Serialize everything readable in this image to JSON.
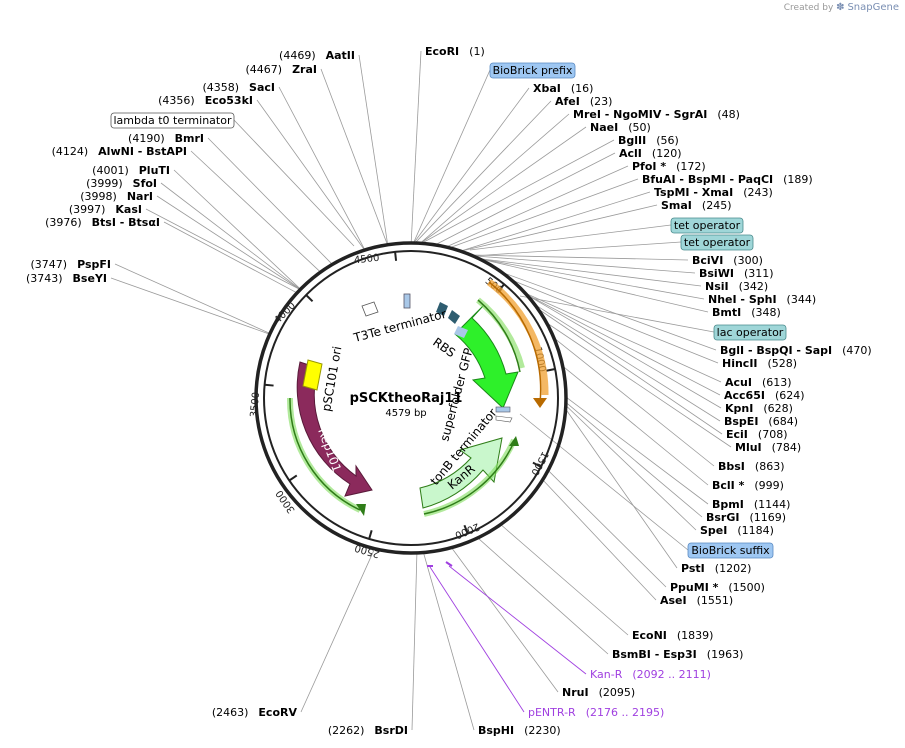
{
  "credit": {
    "prefix": "Created by",
    "brand": "SnapGene"
  },
  "plasmid": {
    "name": "pSCKtheoRaj11",
    "length_label": "4579 bp",
    "length": 4579
  },
  "ticks": [
    "500",
    "1000",
    "1500",
    "2000",
    "2500",
    "3000",
    "3500",
    "4000",
    "4500"
  ],
  "sites": [
    {
      "name": "EcoRI",
      "pos": "(1)",
      "side": "R"
    },
    {
      "name": "XbaI",
      "pos": "(16)",
      "side": "R"
    },
    {
      "name": "AfeI",
      "pos": "(23)",
      "side": "R"
    },
    {
      "name": "MreI   - NgoMIV   - SgrAI",
      "pos": "(48)",
      "side": "R"
    },
    {
      "name": "NaeI",
      "pos": "(50)",
      "side": "R"
    },
    {
      "name": "BglII",
      "pos": "(56)",
      "side": "R"
    },
    {
      "name": "AclI",
      "pos": "(120)",
      "side": "R"
    },
    {
      "name": "PfoI *",
      "pos": "(172)",
      "side": "R"
    },
    {
      "name": "BfuAI   - BspMI   - PaqCI",
      "pos": "(189)",
      "side": "R"
    },
    {
      "name": "TspMI   - XmaI",
      "pos": "(243)",
      "side": "R"
    },
    {
      "name": "SmaI",
      "pos": "(245)",
      "side": "R"
    },
    {
      "name": "BciVI",
      "pos": "(300)",
      "side": "R"
    },
    {
      "name": "BsiWI",
      "pos": "(311)",
      "side": "R"
    },
    {
      "name": "NsiI",
      "pos": "(342)",
      "side": "R"
    },
    {
      "name": "NheI   - SphI",
      "pos": "(344)",
      "side": "R"
    },
    {
      "name": "BmtI",
      "pos": "(348)",
      "side": "R"
    },
    {
      "name": "BglI   - BspQI   - SapI",
      "pos": "(470)",
      "side": "R"
    },
    {
      "name": "HincII",
      "pos": "(528)",
      "side": "R"
    },
    {
      "name": "AcuI",
      "pos": "(613)",
      "side": "R"
    },
    {
      "name": "Acc65I",
      "pos": "(624)",
      "side": "R"
    },
    {
      "name": "KpnI",
      "pos": "(628)",
      "side": "R"
    },
    {
      "name": "BspEI",
      "pos": "(684)",
      "side": "R"
    },
    {
      "name": "EciI",
      "pos": "(708)",
      "side": "R"
    },
    {
      "name": "MluI",
      "pos": "(784)",
      "side": "R"
    },
    {
      "name": "BbsI",
      "pos": "(863)",
      "side": "R"
    },
    {
      "name": "BclI *",
      "pos": "(999)",
      "side": "R"
    },
    {
      "name": "BpmI",
      "pos": "(1144)",
      "side": "R"
    },
    {
      "name": "BsrGI",
      "pos": "(1169)",
      "side": "R"
    },
    {
      "name": "SpeI",
      "pos": "(1184)",
      "side": "R"
    },
    {
      "name": "PstI",
      "pos": "(1202)",
      "side": "R"
    },
    {
      "name": "PpuMI *",
      "pos": "(1500)",
      "side": "R"
    },
    {
      "name": "AseI",
      "pos": "(1551)",
      "side": "R"
    },
    {
      "name": "EcoNI",
      "pos": "(1839)",
      "side": "R"
    },
    {
      "name": "BsmBI   - Esp3I",
      "pos": "(1963)",
      "side": "R"
    },
    {
      "name": "NruI",
      "pos": "(2095)",
      "side": "R"
    },
    {
      "name": "BspHI",
      "pos": "(2230)",
      "side": "R"
    },
    {
      "name": "BsrDI",
      "pos": "(2262)",
      "side": "L"
    },
    {
      "name": "EcoRV",
      "pos": "(2463)",
      "side": "L"
    },
    {
      "name": "BseYI",
      "pos": "(3743)",
      "side": "L"
    },
    {
      "name": "PspFI",
      "pos": "(3747)",
      "side": "L"
    },
    {
      "name": "BtsI   - BtsαI",
      "pos": "(3976)",
      "side": "L"
    },
    {
      "name": "KasI",
      "pos": "(3997)",
      "side": "L"
    },
    {
      "name": "NarI",
      "pos": "(3998)",
      "side": "L"
    },
    {
      "name": "SfoI",
      "pos": "(3999)",
      "side": "L"
    },
    {
      "name": "PluTI",
      "pos": "(4001)",
      "side": "L"
    },
    {
      "name": "AlwNI   - BstAPI",
      "pos": "(4124)",
      "side": "L"
    },
    {
      "name": "BmrI",
      "pos": "(4190)",
      "side": "L"
    },
    {
      "name": "Eco53kI",
      "pos": "(4356)",
      "side": "L"
    },
    {
      "name": "SacI",
      "pos": "(4358)",
      "side": "L"
    },
    {
      "name": "ZraI",
      "pos": "(4467)",
      "side": "L"
    },
    {
      "name": "AatII",
      "pos": "(4469)",
      "side": "L"
    }
  ],
  "boxes": [
    {
      "text": "BioBrick prefix",
      "style": "blue"
    },
    {
      "text": "tet operator",
      "style": "teal"
    },
    {
      "text": "tet operator",
      "style": "teal"
    },
    {
      "text": "lac operator",
      "style": "teal"
    },
    {
      "text": "BioBrick suffix",
      "style": "blue"
    },
    {
      "text": "lambda t0 terminator",
      "style": "white"
    }
  ],
  "primers": [
    {
      "name": "Kan-R",
      "range": "(2092 .. 2111)"
    },
    {
      "name": "pENTR-R",
      "range": "(2176 .. 2195)"
    }
  ],
  "features": {
    "t3te": "T3Te terminator",
    "rbs": "RBS",
    "gfp": "superfolder GFP",
    "tonb": "tonB terminator",
    "kanr": "KanR",
    "rep101": "Rep101",
    "psc101": "pSC101 ori"
  },
  "colors": {
    "gfp": "#2ef02a",
    "kanr": "#c9f7cc",
    "rep101": "#8b2a5c",
    "ori": "#ffff00",
    "orange_arc": "#f0a030",
    "green_arc": "#4fa020",
    "primer": "#a040e0",
    "box_blue": "#9ec7f2",
    "box_teal": "#9fd6d8"
  }
}
